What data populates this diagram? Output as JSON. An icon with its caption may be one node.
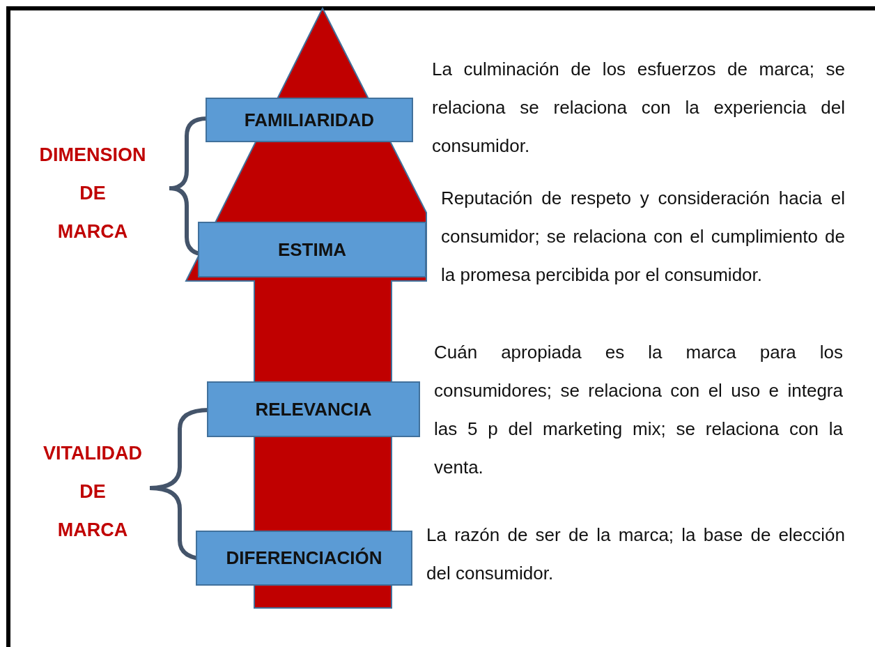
{
  "diagram": {
    "nodes": [
      {
        "text": [
          "FAMILIARIDAD"
        ],
        "beside": [
          "La culminación de los esfuerzos de marca; se relaciona se relaciona con la experiencia del consumidor."
        ]
      },
      {
        "text": [
          "ESTIMA"
        ],
        "beside": [
          "Reputación de respeto y consideración hacia el consumidor; se relaciona con el cumplimiento de la promesa percibida por el consumidor."
        ]
      },
      {
        "text": [
          "RELEVANCIA"
        ],
        "beside": [
          "Cuán apropiada es la marca para los consumidores; se relaciona con el uso e integra las 5 p del marketing mix; se relaciona con la venta."
        ]
      },
      {
        "text": [
          "DIFERENCIACIÓN"
        ],
        "beside": [
          "La razón de ser de la marca; la base de elección del consumidor."
        ]
      }
    ],
    "labels": [
      "DIMENSION DE MARCA",
      "VITALIDAD DE MARCA"
    ]
  }
}
